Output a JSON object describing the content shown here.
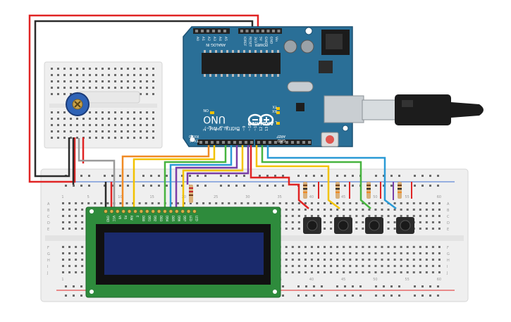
{
  "colors": {
    "arduino_board": "#2a6f97",
    "lcd_frame": "#2e8b3c",
    "lcd_screen": "#1a2a6c",
    "breadboard": "#efefef",
    "wire_red": "#e02424",
    "wire_black": "#2b2b2b",
    "wire_gray": "#9a9a9a",
    "wire_orange": "#f08a24",
    "wire_yellow": "#f2c200",
    "wire_green": "#47b43f",
    "wire_blue": "#2a9ad6",
    "wire_purple": "#7a3ea8",
    "potentiometer_knob": "#2f63b6",
    "usb_cable": "#1c1c1c"
  },
  "arduino": {
    "brand": "ARDUINO",
    "model": "UNO",
    "digital_label": "DIGITAL (PWM~)",
    "power_label": "POWER",
    "analog_label": "ANALOG IN",
    "aref": "AREF",
    "gnd": "GND",
    "on_label": "ON",
    "tx": "TX",
    "rx": "RX",
    "l": "L",
    "tx_pin": "TX▶1",
    "rx_pin": "RX◀0",
    "digital_pins": [
      "13",
      "12",
      "~11",
      "~10",
      "~9",
      "8",
      "7",
      "~6",
      "~5",
      "4",
      "~3",
      "2"
    ],
    "power_pins": [
      "IOREF",
      "RESET",
      "3V3",
      "5V",
      "GND",
      "GND",
      "Vin"
    ],
    "analog_pins": [
      "A0",
      "A1",
      "A2",
      "A3",
      "A4",
      "A5"
    ]
  },
  "breadboard": {
    "column_numbers": [
      "1",
      "5",
      "10",
      "15",
      "20",
      "25",
      "30",
      "35",
      "40",
      "45",
      "50",
      "55",
      "60"
    ],
    "row_letters_top": [
      "A",
      "B",
      "C",
      "D",
      "E"
    ],
    "row_letters_bottom": [
      "F",
      "G",
      "H",
      "I",
      "J"
    ]
  },
  "lcd": {
    "pin_labels": [
      "GND",
      "VCC",
      "V0",
      "RS",
      "RW",
      "E",
      "DB0",
      "DB1",
      "DB2",
      "DB3",
      "DB4",
      "DB5",
      "DB6",
      "DB7",
      "LED",
      "LED"
    ]
  },
  "icons": {
    "potentiometer": "potentiometer-icon",
    "usb": "usb-plug-icon",
    "pushbutton": "pushbutton-icon",
    "resistor": "resistor-icon"
  }
}
